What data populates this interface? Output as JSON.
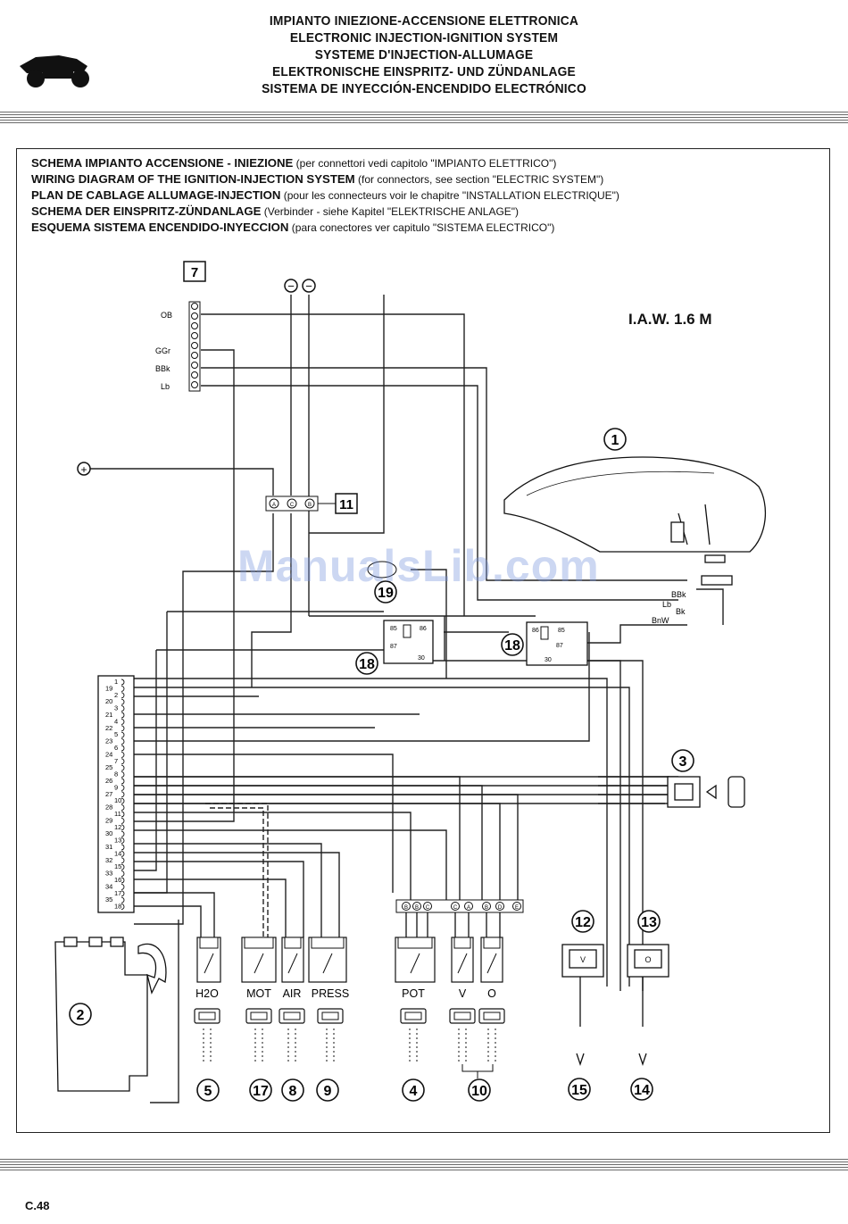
{
  "header": {
    "lines": [
      "IMPIANTO INIEZIONE-ACCENSIONE ELETTRONICA",
      "ELECTRONIC INJECTION-IGNITION SYSTEM",
      "SYSTEME D'INJECTION-ALLUMAGE",
      "ELEKTRONISCHE EINSPRITZ- UND ZÜNDANLAGE",
      "SISTEMA DE INYECCIÓN-ENCENDIDO ELECTRÓNICO"
    ]
  },
  "diagram_titles": [
    {
      "bold": "SCHEMA IMPIANTO ACCENSIONE - INIEZIONE",
      "note": " (per connettori vedi capitolo \"IMPIANTO ELETTRICO\")"
    },
    {
      "bold": "WIRING DIAGRAM OF THE IGNITION-INJECTION SYSTEM",
      "note": " (for connectors, see section \"ELECTRIC SYSTEM\")"
    },
    {
      "bold": "PLAN DE CABLAGE ALLUMAGE-INJECTION",
      "note": " (pour les connecteurs voir le chapitre \"INSTALLATION ELECTRIQUE\")"
    },
    {
      "bold": "SCHEMA DER EINSPRITZ-ZÜNDANLAGE",
      "note": " (Verbinder - siehe Kapitel \"ELEKTRISCHE ANLAGE\")"
    },
    {
      "bold": "ESQUEMA SISTEMA ENCENDIDO-INYECCION",
      "note": " (para conectores ver capitulo \"SISTEMA ELECTRICO\")"
    }
  ],
  "system_label": "I.A.W. 1.6 M",
  "watermark": "ManualsLib.com",
  "footer": "C.48",
  "connector7": {
    "label": "7",
    "wires": [
      "OB",
      "GGr",
      "BBk",
      "Lb"
    ]
  },
  "ground_symbols": [
    "−",
    "−"
  ],
  "plus_symbol": "+",
  "connector11": {
    "label": "11",
    "pins": [
      "A",
      "C",
      "B"
    ]
  },
  "tank_wires": [
    "BBk",
    "Lb",
    "Bk",
    "BnW"
  ],
  "relay_pins": [
    "85",
    "86",
    "87",
    "30"
  ],
  "ecu_pins": [
    "1",
    "19",
    "2",
    "20",
    "3",
    "21",
    "4",
    "22",
    "5",
    "23",
    "6",
    "24",
    "7",
    "25",
    "8",
    "26",
    "9",
    "27",
    "10",
    "28",
    "11",
    "29",
    "12",
    "30",
    "13",
    "31",
    "14",
    "32",
    "15",
    "33",
    "16",
    "34",
    "17",
    "35",
    "18"
  ],
  "junction_pins": [
    "B",
    "B",
    "C",
    "C",
    "A",
    "B",
    "D",
    "E"
  ],
  "sensor_labels": [
    "H2O",
    "MOT",
    "AIR",
    "PRESS",
    "POT",
    "V",
    "O"
  ],
  "sensor_letters": [
    "V",
    "O"
  ],
  "callouts": [
    "1",
    "2",
    "3",
    "4",
    "5",
    "8",
    "9",
    "10",
    "12",
    "13",
    "14",
    "15",
    "17",
    "18",
    "18",
    "19"
  ]
}
